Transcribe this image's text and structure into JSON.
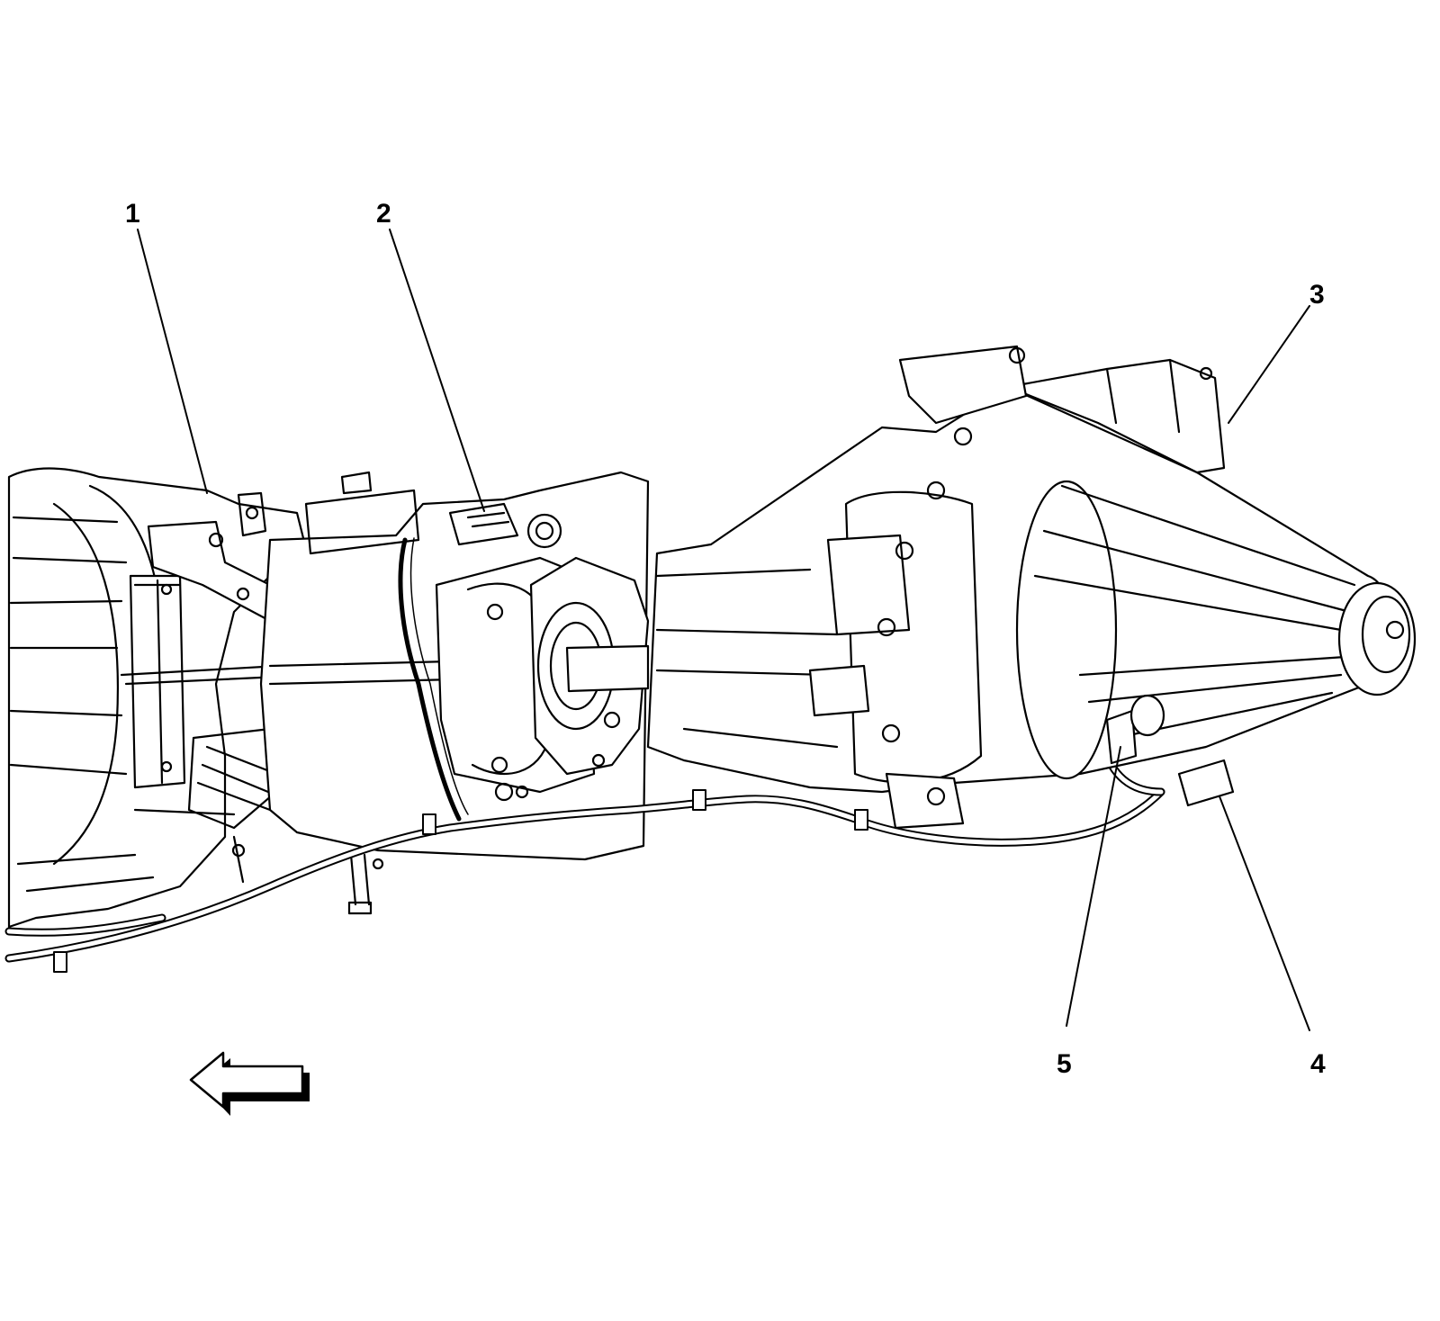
{
  "colors": {
    "line": "#000000",
    "background": "#ffffff"
  },
  "callouts": [
    {
      "id": "1",
      "label": "1"
    },
    {
      "id": "2",
      "label": "2"
    },
    {
      "id": "3",
      "label": "3"
    },
    {
      "id": "4",
      "label": "4"
    },
    {
      "id": "5",
      "label": "5"
    }
  ],
  "direction_arrow": {
    "icon": "left-arrow-icon",
    "direction": "forward"
  }
}
